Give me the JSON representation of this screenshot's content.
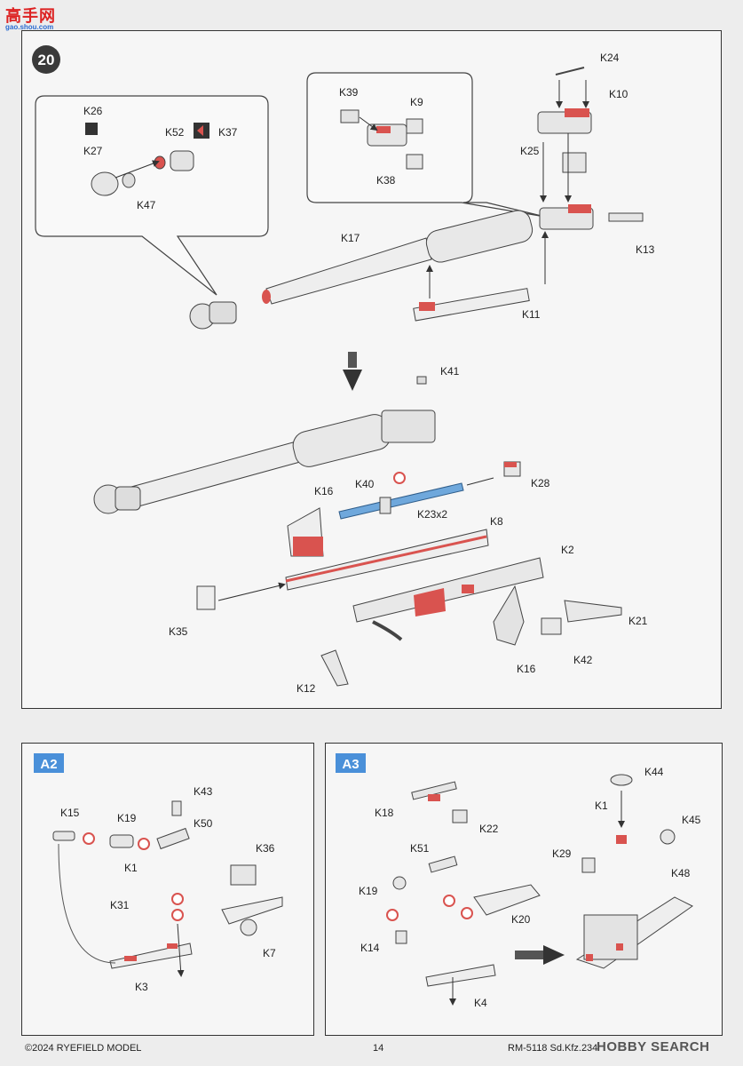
{
  "watermark": {
    "cn": "高手网",
    "url": "gao.shou.com"
  },
  "step": {
    "number": "20"
  },
  "parts": {
    "k24": "K24",
    "k10": "K10",
    "k39": "K39",
    "k9": "K9",
    "k38": "K38",
    "k25": "K25",
    "k13": "K13",
    "k26": "K26",
    "k27": "K27",
    "k52": "K52",
    "k37": "K37",
    "k47": "K47",
    "k17": "K17",
    "k11": "K11",
    "k41": "K41",
    "k28": "K28",
    "k16a": "K16",
    "k40": "K40",
    "k23": "K23x2",
    "k8": "K8",
    "k2": "K2",
    "k21": "K21",
    "k35": "K35",
    "k42": "K42",
    "k16b": "K16",
    "k12": "K12"
  },
  "panel_a2": {
    "tag": "A2",
    "labels": {
      "k43": "K43",
      "k15": "K15",
      "k19": "K19",
      "k50": "K50",
      "k36": "K36",
      "k1": "K1",
      "k31": "K31",
      "k7": "K7",
      "k3": "K3"
    }
  },
  "panel_a3": {
    "tag": "A3",
    "labels": {
      "k44": "K44",
      "k1": "K1",
      "k45": "K45",
      "k18": "K18",
      "k22": "K22",
      "k51": "K51",
      "k29": "K29",
      "k48": "K48",
      "k19": "K19",
      "k20": "K20",
      "k14": "K14",
      "k4": "K4"
    }
  },
  "footer": {
    "copyright": "©2024 RYEFIELD MODEL",
    "page": "14",
    "product": "RM-5118 Sd.Kfz.234",
    "watermark": "HOBBY SEARCH"
  },
  "colors": {
    "accent_red": "#d9534f",
    "blue_part": "#6fa8dc",
    "tag_blue": "#4a90d9"
  }
}
